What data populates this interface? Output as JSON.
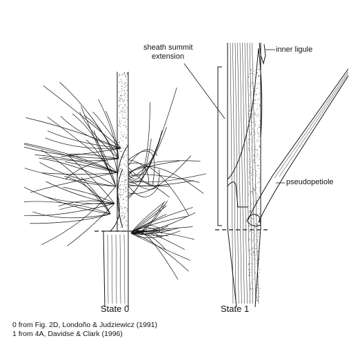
{
  "labels": {
    "sheath_summit_1": "sheath summit",
    "sheath_summit_2": "extension",
    "inner_ligule": "inner ligule",
    "pseudopetiole": "pseudopetiole"
  },
  "captions": {
    "state0": "State 0",
    "state1": "State 1"
  },
  "credits": {
    "line1": "0 from Fig. 2D, Londoño & Judziewicz (1991)",
    "line2": "1 from 4A, Davidse & Clark (1996)"
  }
}
